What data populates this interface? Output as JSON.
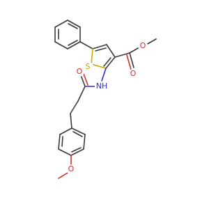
{
  "molecule": {
    "atoms": {
      "sulfur": {
        "label": "S",
        "color": "#c9a800"
      },
      "amide_nitrogen": {
        "label": "NH",
        "color": "#2c2cd6"
      },
      "amide_oxygen": {
        "label": "O",
        "color": "#d92b2b"
      },
      "ester_carbonyl_oxygen": {
        "label": "O",
        "color": "#d92b2b"
      },
      "ester_alkoxy_oxygen": {
        "label": "O",
        "color": "#d92b2b"
      },
      "methoxy_oxygen": {
        "label": "O",
        "color": "#d92b2b"
      }
    },
    "bond_color": "#3a3a3a"
  }
}
